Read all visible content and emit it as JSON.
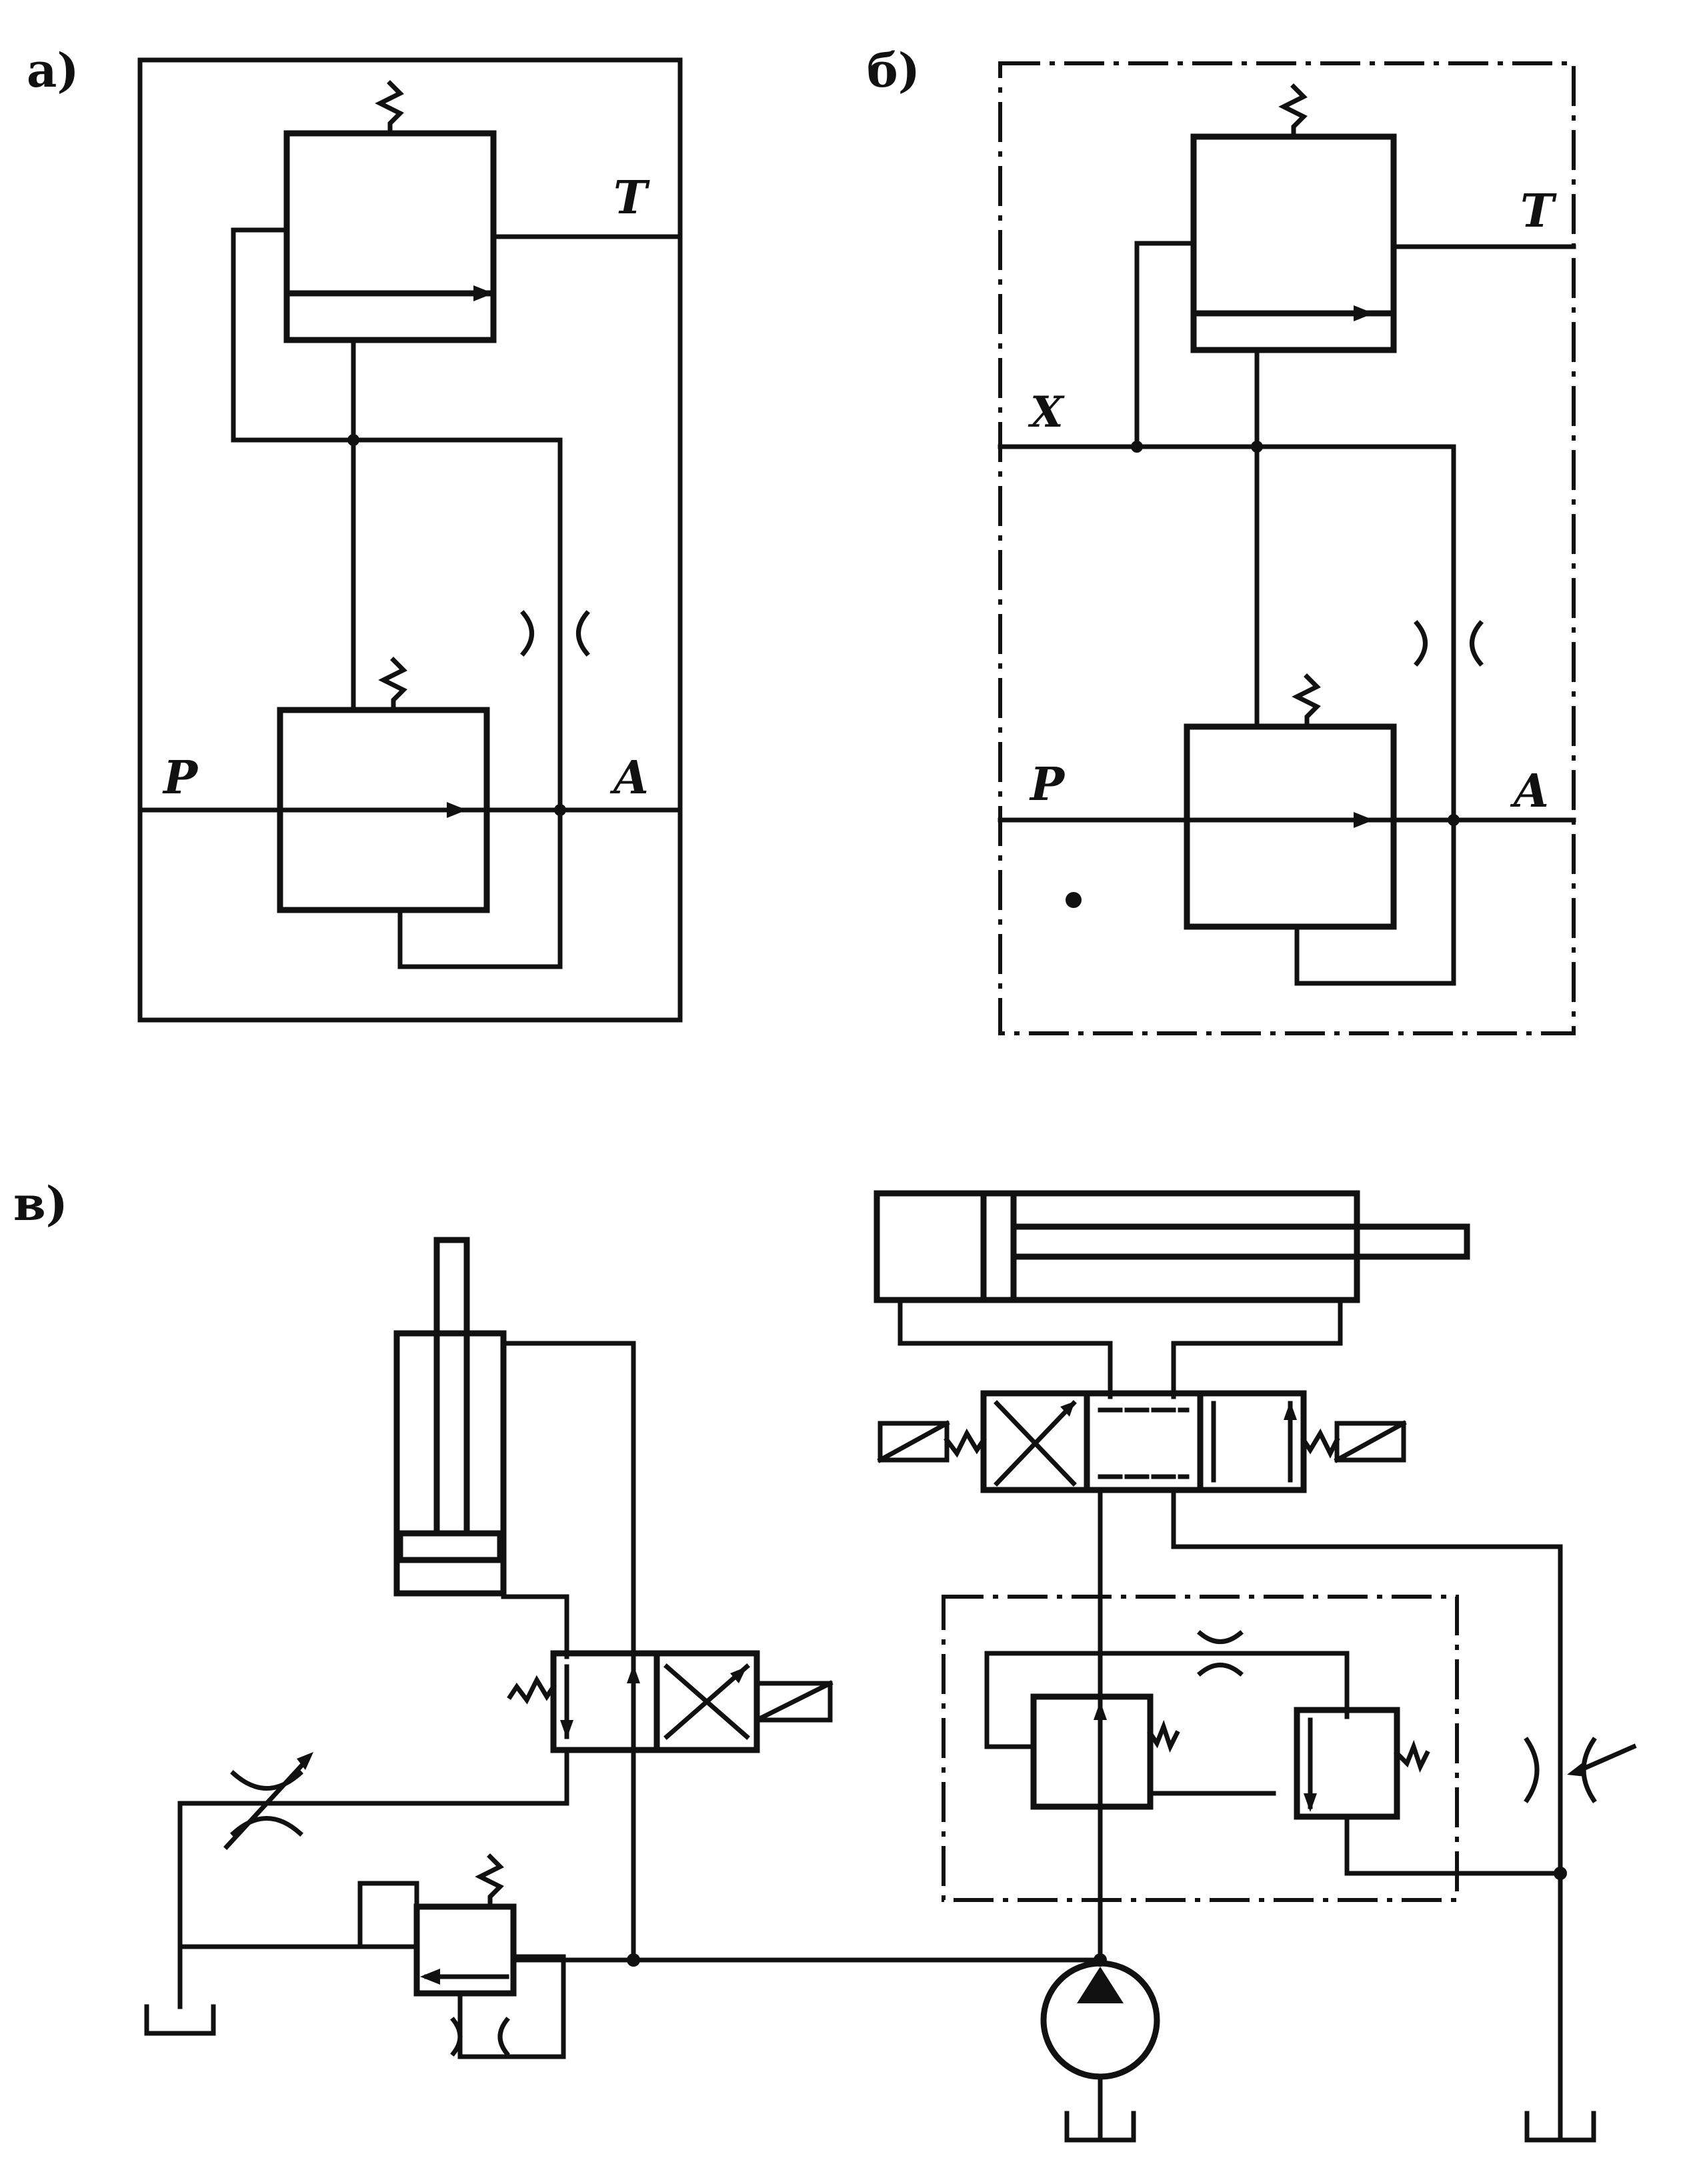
{
  "panels": {
    "a": {
      "label": "а)",
      "port_t": "T",
      "port_p": "P",
      "port_a": "A"
    },
    "b": {
      "label": "б)",
      "port_t": "T",
      "port_p": "P",
      "port_a": "A",
      "port_x": "X"
    },
    "c": {
      "label": "в)"
    }
  }
}
